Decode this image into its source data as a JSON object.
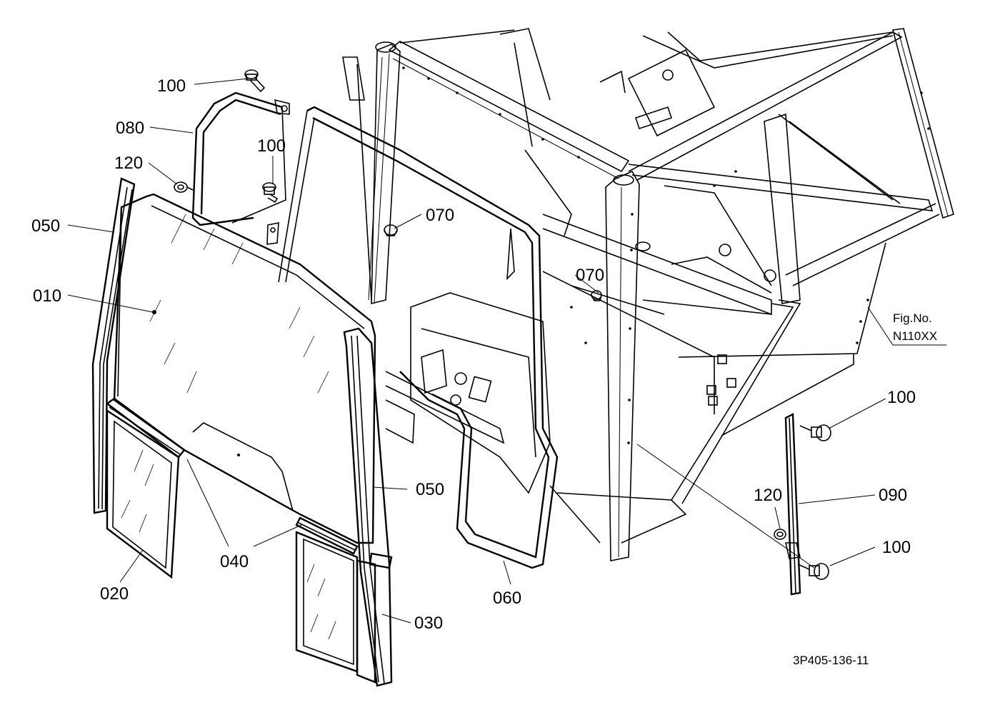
{
  "callouts": [
    {
      "id": "c-100-a",
      "text": "100"
    },
    {
      "id": "c-080",
      "text": "080"
    },
    {
      "id": "c-100-b",
      "text": "100"
    },
    {
      "id": "c-120-a",
      "text": "120"
    },
    {
      "id": "c-050-a",
      "text": "050"
    },
    {
      "id": "c-070-a",
      "text": "070"
    },
    {
      "id": "c-010",
      "text": "010"
    },
    {
      "id": "c-070-b",
      "text": "070"
    },
    {
      "id": "c-100-c",
      "text": "100"
    },
    {
      "id": "c-050-b",
      "text": "050"
    },
    {
      "id": "c-120-b",
      "text": "120"
    },
    {
      "id": "c-090",
      "text": "090"
    },
    {
      "id": "c-040",
      "text": "040"
    },
    {
      "id": "c-100-d",
      "text": "100"
    },
    {
      "id": "c-020",
      "text": "020"
    },
    {
      "id": "c-060",
      "text": "060"
    },
    {
      "id": "c-030",
      "text": "030"
    }
  ],
  "figure": {
    "label": "Fig.No.",
    "number": "N110XX"
  },
  "drawing_code": "3P405-136-11"
}
